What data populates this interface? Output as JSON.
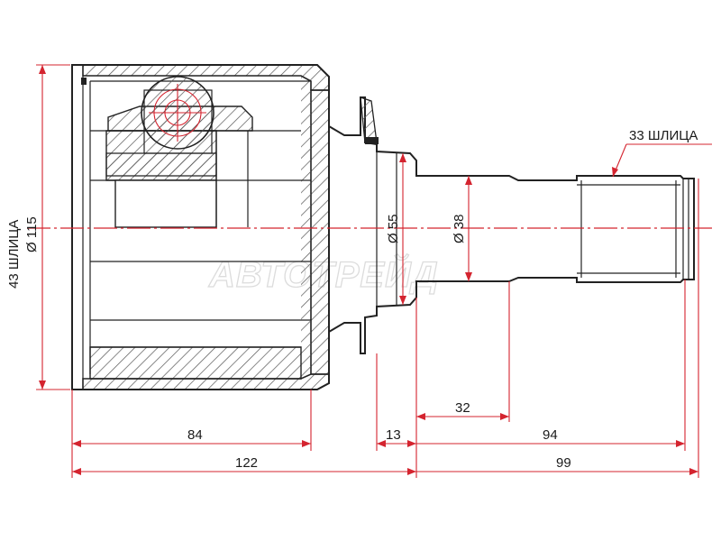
{
  "watermark": "АВТОТРЕЙД",
  "colors": {
    "dimension_lines": "#d4242f",
    "outline": "#222222",
    "hatch": "#555555"
  },
  "labels": {
    "left_splines": "43 ШЛИЦА",
    "right_splines": "33 ШЛИЦА",
    "outer_diameter": "Ø 115",
    "flange_diameter": "Ø 55",
    "shaft_diameter": "Ø 38"
  },
  "dimensions": {
    "housing_length": "84",
    "flange_width": "13",
    "shaft_step": "32",
    "shaft_length": "94",
    "left_total": "122",
    "right_total": "99"
  }
}
